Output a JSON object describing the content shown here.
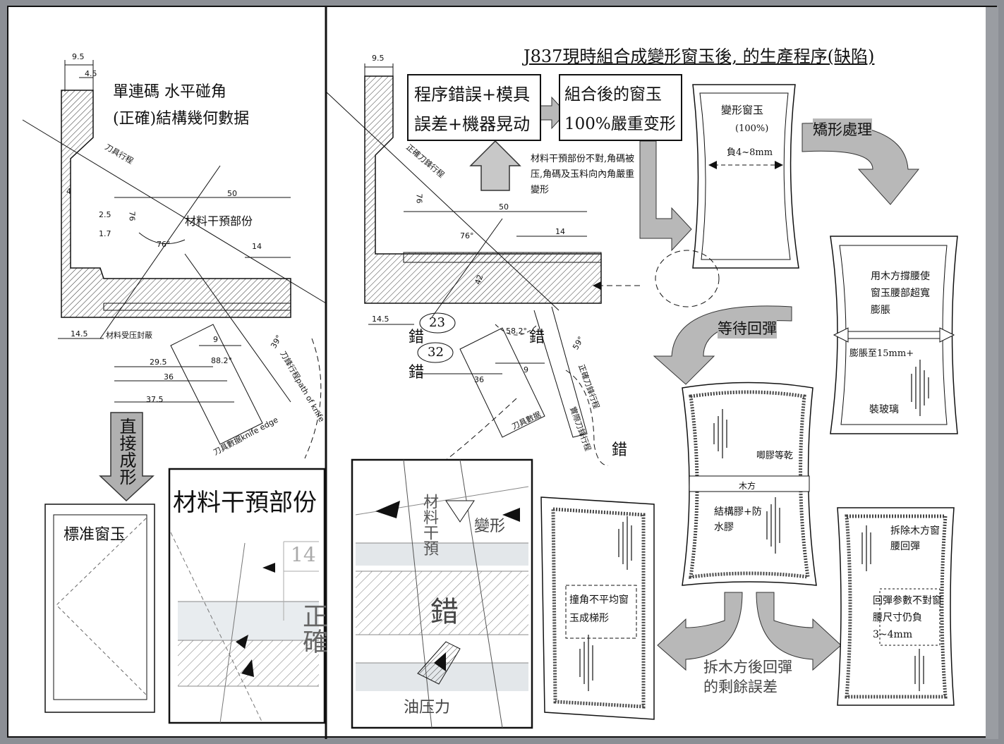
{
  "title": "J837現時組合成變形窗玉後, 的生產程序(缺陷)",
  "left": {
    "heading_line1": "單連碼 水平碰角",
    "heading_line2": "(正確)結構幾何數据",
    "dims": [
      "9.5",
      "4.5",
      "4",
      "2.5",
      "1.7",
      "14.5",
      "50",
      "14",
      "76",
      "76°",
      "9",
      "29.5",
      "36",
      "37.5",
      "88.2°",
      "39°"
    ],
    "tool_path": "刀具行程",
    "material_part": "材料干預部份",
    "sealed": "材料受压封蔽",
    "knife_path": "刀鋒行程path of knife",
    "knife_edge": "刀具數据knife edge",
    "direct_forming": "直接成形",
    "standard_window": "標准窗玉",
    "zoom_title": "材料干預部份",
    "zoom_dim": "14",
    "zoom_correct": "正確"
  },
  "right": {
    "dims": [
      "9.5",
      "50",
      "14",
      "76°",
      "76",
      "14.5",
      "36",
      "9",
      "58.2°",
      "59°",
      "42"
    ],
    "error_box": "程序錯誤+模具誤差+機器晃动",
    "deformed_box": "組合後的窗玉100%嚴重变形",
    "warning": "材料干預部份不對,角碼被压,角碼及玉料向內角嚴重變形",
    "correct_knife": "正確刀鋒行程",
    "wrong": "錯",
    "circle_23": "23",
    "circle_32": "32",
    "tool_data": "刀具數据",
    "actual_knife": "實際刀鋒行程",
    "deformed_window": "變形窗玉",
    "pct": "(100%)",
    "negative": "負4~8mm",
    "correction": "矯形處理",
    "wood_support": "用木方撐腰使窗玉腰部超寬膨脹",
    "expand": "膨脹至15mm+",
    "install_glass": "裝玻璃",
    "wait_spring": "等待回彈",
    "glue_dry": "唧膠等乾",
    "wood": "木方",
    "structure_glue": "結構膠+防水膠",
    "remove_wood": "拆除木方窗腰回彈",
    "spring_param": "回彈参數不對窗腰尺寸仍負3~4mm",
    "uneven": "撞角不平均窗玉成梯形",
    "residual": "拆木方後回彈的剩餘誤差",
    "zoom_material": "材料干預",
    "zoom_deform": "變形",
    "zoom_wrong": "錯",
    "oil_pressure": "油压力"
  }
}
